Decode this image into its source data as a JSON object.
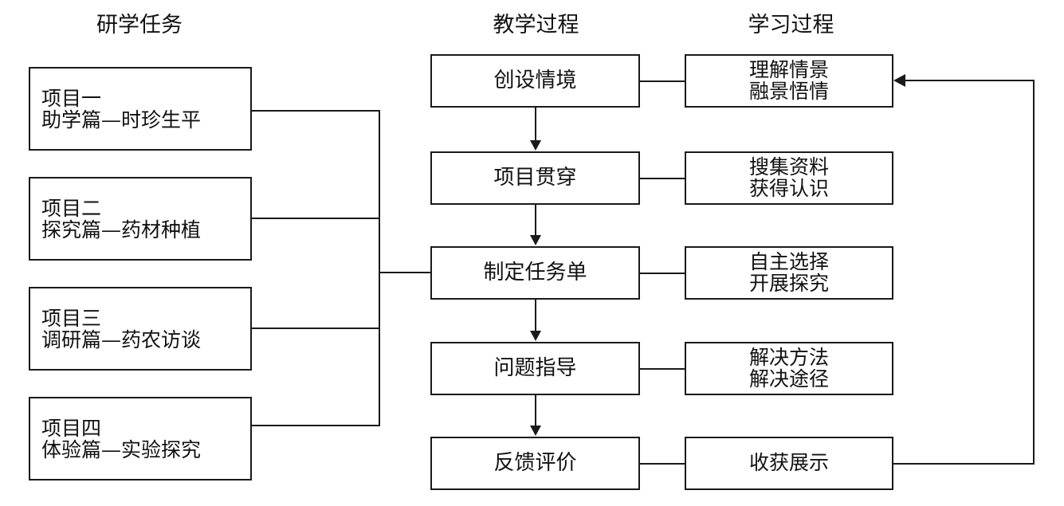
{
  "diagram": {
    "title_columns": {
      "research": "研学任务",
      "teaching": "教学过程",
      "learning": "学习过程"
    },
    "research_tasks": [
      {
        "line1": "项目一",
        "line2": "助学篇—时珍生平"
      },
      {
        "line1": "项目二",
        "line2": "探究篇—药材种植"
      },
      {
        "line1": "项目三",
        "line2": "调研篇—药农访谈"
      },
      {
        "line1": "项目四",
        "line2": "体验篇—实验探究"
      }
    ],
    "teaching_steps": [
      {
        "label": "创设情境"
      },
      {
        "label": "项目贯穿"
      },
      {
        "label": "制定任务单"
      },
      {
        "label": "问题指导"
      },
      {
        "label": "反馈评价"
      }
    ],
    "learning_outcomes": [
      {
        "line1": "理解情景",
        "line2": "融景悟情"
      },
      {
        "line1": "搜集资料",
        "line2": "获得认识"
      },
      {
        "line1": "自主选择",
        "line2": "开展探究"
      },
      {
        "line1": "解决方法",
        "line2": "解决途径"
      },
      {
        "line1": "收获展示",
        "line2": ""
      }
    ],
    "colors": {
      "stroke": "#1a1a1a",
      "background": "#ffffff",
      "text": "#111111"
    }
  }
}
